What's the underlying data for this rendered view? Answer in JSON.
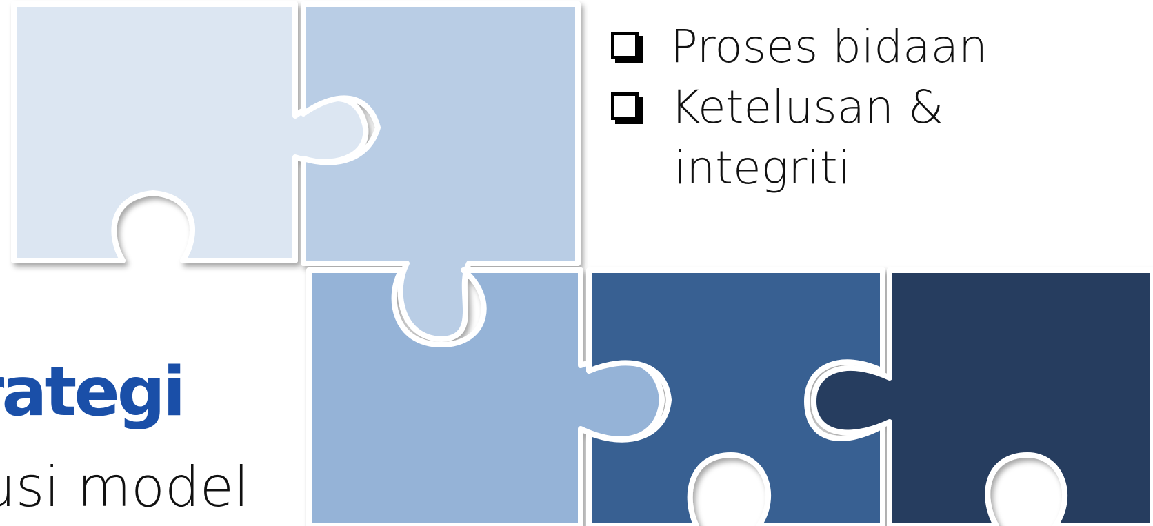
{
  "bullets": {
    "items": [
      {
        "icon": "checkbox-icon",
        "lines": [
          "Proses bidaan"
        ]
      },
      {
        "icon": "checkbox-icon",
        "lines": [
          "Ketelusan &",
          "integriti"
        ]
      }
    ]
  },
  "title_fragment": "rategi",
  "subtitle_fragment": "usi model",
  "colors": {
    "piece_1": "#dce6f2",
    "piece_2": "#b9cde5",
    "piece_3": "#95b3d7",
    "piece_4": "#376092",
    "piece_5": "#253d5f",
    "heading": "#1a4fa8"
  }
}
